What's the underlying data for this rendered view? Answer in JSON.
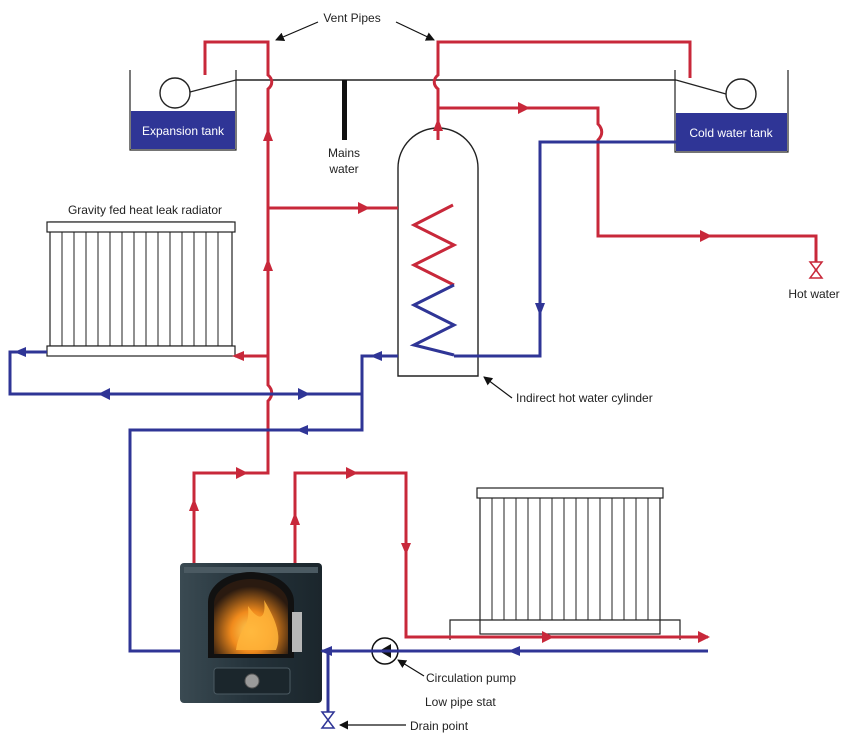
{
  "labels": {
    "vent_pipes": "Vent Pipes",
    "expansion_tank": "Expansion tank",
    "cold_water_tank": "Cold water tank",
    "mains_water_1": "Mains",
    "mains_water_2": "water",
    "gravity_radiator": "Gravity fed heat leak radiator",
    "hot_water": "Hot water",
    "cylinder": "Indirect hot water cylinder",
    "circulation_pump": "Circulation pump",
    "low_pipe_stat": "Low pipe stat",
    "drain_point": "Drain point"
  },
  "colors": {
    "flow": "#c8283a",
    "return": "#2f3596",
    "tank_water": "#2f3596",
    "stove": "#2b3a40",
    "outline": "#222222"
  }
}
